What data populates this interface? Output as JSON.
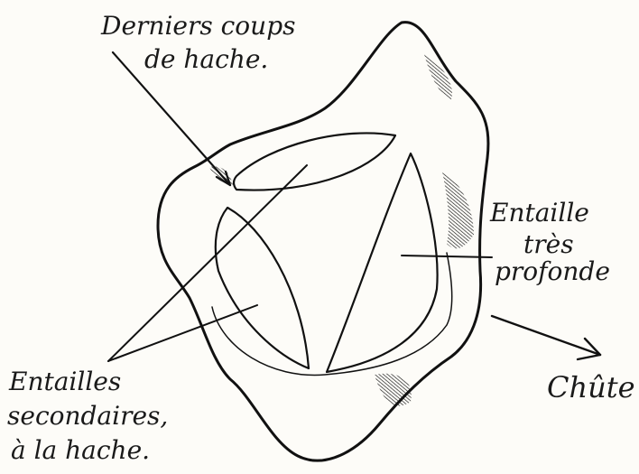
{
  "labels": {
    "derniers_line1": "Derniers coups",
    "derniers_line2": "de hache.",
    "entaille_line1": "Entaille",
    "entaille_line2": "très",
    "entaille_line3": "profonde",
    "secondaires_line1": "Entailles",
    "secondaires_line2": "secondaires,",
    "secondaires_line3": "à la hache.",
    "chute": "Chûte"
  },
  "colors": {
    "ink": "#111111",
    "paper": "#fdfcf8"
  }
}
